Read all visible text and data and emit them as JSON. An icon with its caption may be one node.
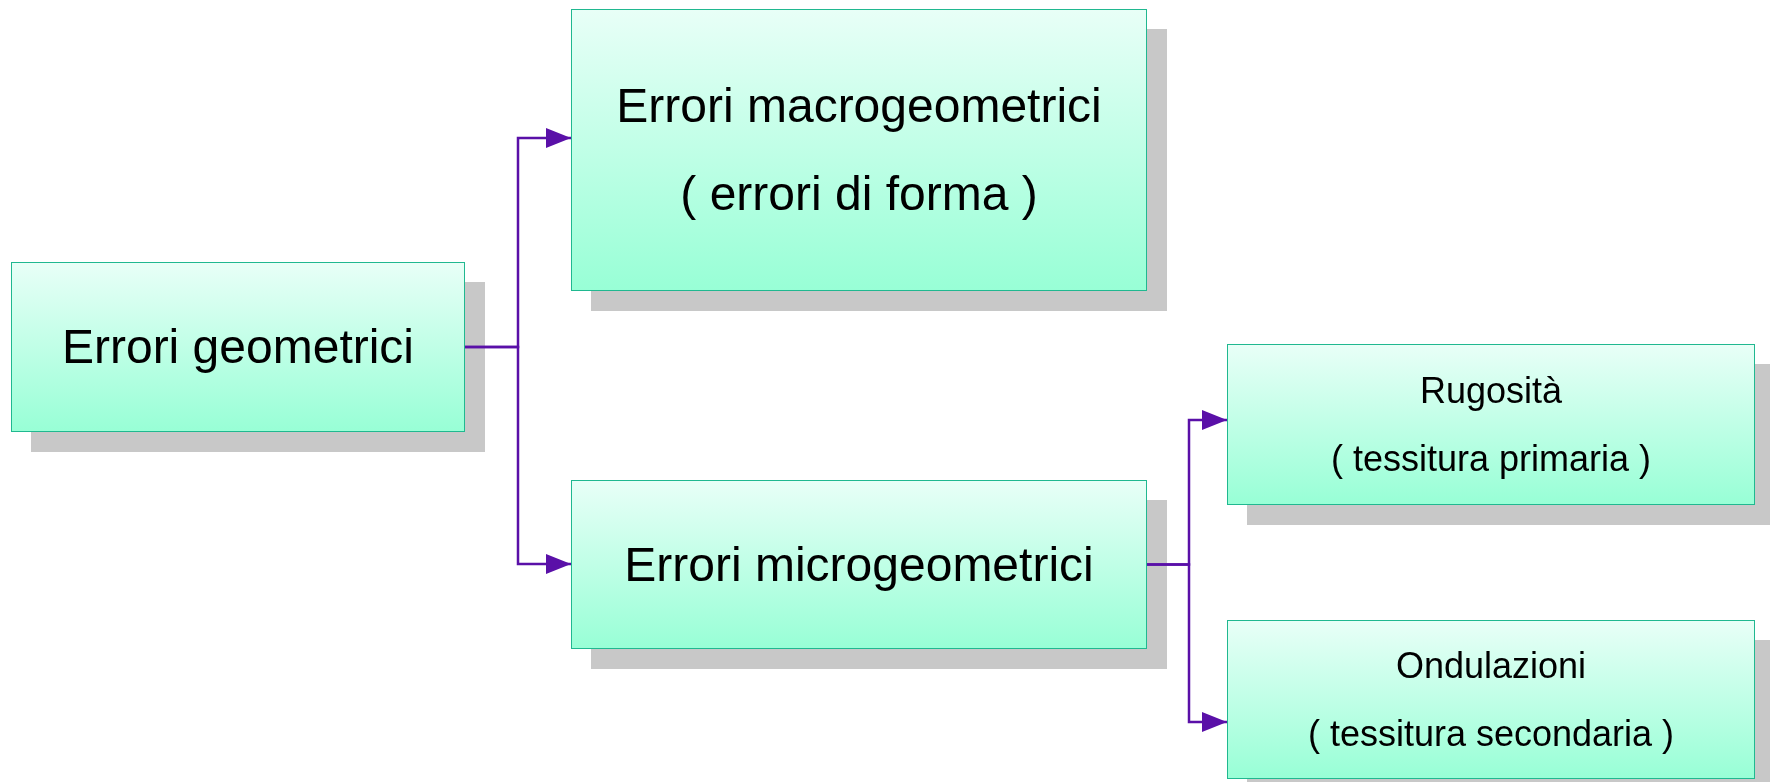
{
  "diagram": {
    "nodes": [
      {
        "text": [
          "Errori geometrici"
        ]
      },
      {
        "text": [
          "Errori macrogeometrici",
          "( errori di forma )"
        ]
      },
      {
        "text": [
          "Errori microgeometrici"
        ]
      },
      {
        "text": [
          "Rugosità",
          "( tessitura primaria )"
        ]
      },
      {
        "text": [
          "Ondulazioni",
          "( tessitura secondaria )"
        ]
      }
    ],
    "edges": [
      {
        "from": 0,
        "to": 1,
        "arrow": "to"
      },
      {
        "from": 0,
        "to": 2,
        "arrow": "to"
      },
      {
        "from": 2,
        "to": 3,
        "arrow": "to"
      },
      {
        "from": 2,
        "to": 4,
        "arrow": "to"
      }
    ]
  }
}
